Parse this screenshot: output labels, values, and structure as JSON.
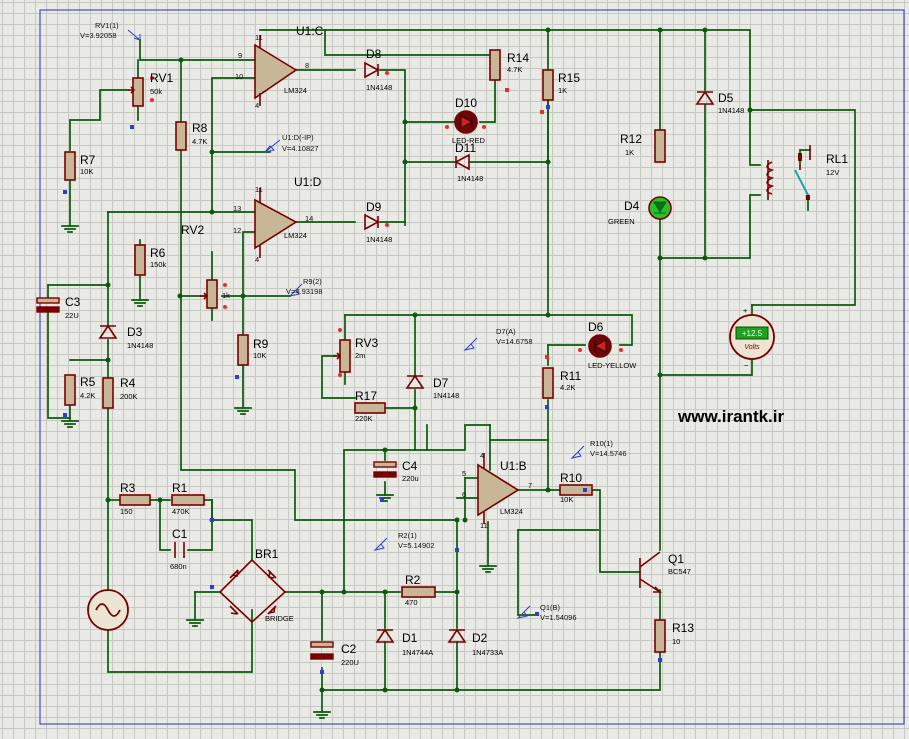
{
  "watermark": "www.irantk.ir",
  "opamps": {
    "c": "U1:C",
    "d": "U1:D",
    "b": "U1:B",
    "part": "LM324",
    "pins": {
      "c_in1": "9",
      "c_in2": "10",
      "c_out": "8",
      "c_top": "11",
      "c_bot": "4",
      "d_in1": "13",
      "d_in2": "12",
      "d_out": "14",
      "d_top": "11",
      "d_bot": "4",
      "b_in1": "5",
      "b_in2": "6",
      "b_out": "7",
      "b_top": "4",
      "b_bot": "11"
    }
  },
  "components": {
    "rv1": {
      "name": "RV1",
      "value": "50k"
    },
    "rv2": {
      "name": "RV2",
      "value": "1k"
    },
    "rv3": {
      "name": "RV3",
      "value": "2m"
    },
    "r1": {
      "name": "R1",
      "value": "470K"
    },
    "r2": {
      "name": "R2",
      "value": "470"
    },
    "r3": {
      "name": "R3",
      "value": "150"
    },
    "r4": {
      "name": "R4",
      "value": "200K"
    },
    "r5": {
      "name": "R5",
      "value": "4.2K"
    },
    "r6": {
      "name": "R6",
      "value": "150k"
    },
    "r7": {
      "name": "R7",
      "value": "10K"
    },
    "r8": {
      "name": "R8",
      "value": "4.7K"
    },
    "r9": {
      "name": "R9",
      "value": "10K"
    },
    "r10": {
      "name": "R10",
      "value": "10K"
    },
    "r11": {
      "name": "R11",
      "value": "4.2K"
    },
    "r12": {
      "name": "R12",
      "value": "1K"
    },
    "r13": {
      "name": "R13",
      "value": "10"
    },
    "r14": {
      "name": "R14",
      "value": "4.7K"
    },
    "r15": {
      "name": "R15",
      "value": "1K"
    },
    "r17": {
      "name": "R17",
      "value": "220K"
    },
    "c1": {
      "name": "C1",
      "value": "680n"
    },
    "c2": {
      "name": "C2",
      "value": "220U"
    },
    "c3": {
      "name": "C3",
      "value": "22U"
    },
    "c4": {
      "name": "C4",
      "value": "220u"
    },
    "d1": {
      "name": "D1",
      "value": "1N4744A"
    },
    "d2": {
      "name": "D2",
      "value": "1N4733A"
    },
    "d3": {
      "name": "D3",
      "value": "1N4148"
    },
    "d5": {
      "name": "D5",
      "value": "1N4148"
    },
    "d7": {
      "name": "D7",
      "value": "1N4148"
    },
    "d8": {
      "name": "D8",
      "value": "1N4148"
    },
    "d9": {
      "name": "D9",
      "value": "1N4148"
    },
    "d11": {
      "name": "D11",
      "value": "1N4148"
    },
    "d4": {
      "name": "D4",
      "value": "GREEN"
    },
    "d6": {
      "name": "D6",
      "value": "LED-YELLOW"
    },
    "d10": {
      "name": "D10",
      "value": "LED-RED"
    },
    "q1": {
      "name": "Q1",
      "value": "BC547"
    },
    "rl1": {
      "name": "RL1",
      "value": "12V"
    },
    "br1": {
      "name": "BR1",
      "value": "BRIDGE"
    }
  },
  "probes": {
    "rv1": {
      "label": "RV1(1)",
      "value": "V=3.92058"
    },
    "u1d": {
      "label": "U1:D(-IP)",
      "value": "V=4.10827"
    },
    "r9": {
      "label": "R9(2)",
      "value": "V=4.93198"
    },
    "d7": {
      "label": "D7(A)",
      "value": "V=14.6758"
    },
    "r10": {
      "label": "R10(1)",
      "value": "V=14.5746"
    },
    "r2": {
      "label": "R2(1)",
      "value": "V=5.14902"
    },
    "q1": {
      "label": "Q1(B)",
      "value": "V=1.54096"
    }
  },
  "voltmeter": {
    "reading": "+12.5",
    "unit": "Volts",
    "plus": "+",
    "minus": "−"
  },
  "colors": {
    "wire": "#0b5a0b",
    "component": "#7a0000",
    "body": "#c7b797",
    "probe": "#2b3fd6",
    "meter": "#1fa31f",
    "led_red": "#b01010",
    "led_green": "#22c422",
    "led_yellow": "#b01010"
  }
}
